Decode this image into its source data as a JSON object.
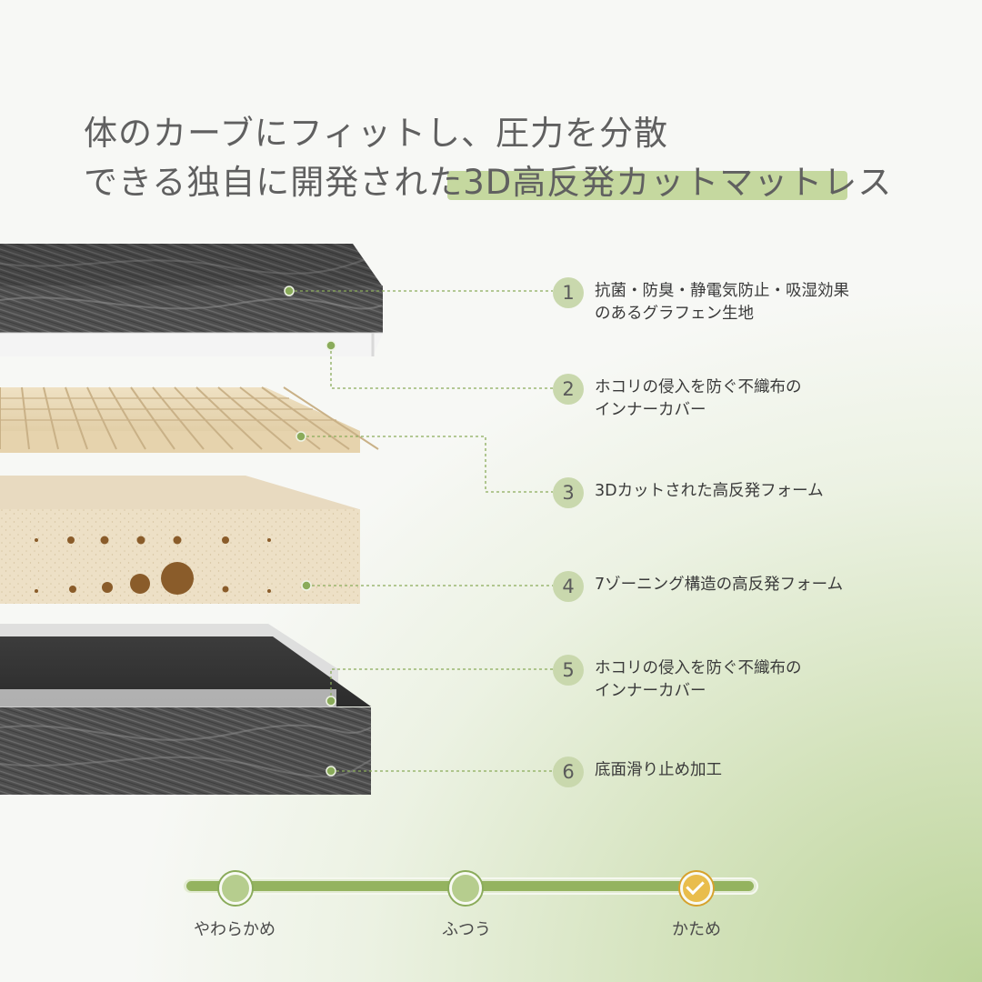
{
  "headline": {
    "line1": "体のカーブにフィットし、圧力を分散",
    "line2": "できる独自に開発された3D高反発カットマットレス"
  },
  "callouts": [
    {
      "number": "1",
      "lines": [
        "抗菌・防臭・静電気防止・吸湿効果",
        "のあるグラフェン生地"
      ]
    },
    {
      "number": "2",
      "lines": [
        "ホコリの侵入を防ぐ不織布の",
        "インナーカバー"
      ]
    },
    {
      "number": "3",
      "lines": [
        "3Dカットされた高反発フォーム"
      ]
    },
    {
      "number": "4",
      "lines": [
        "7ゾーニング構造の高反発フォーム"
      ]
    },
    {
      "number": "5",
      "lines": [
        "ホコリの侵入を防ぐ不織布の",
        "インナーカバー"
      ]
    },
    {
      "number": "6",
      "lines": [
        "底面滑り止め加工"
      ]
    }
  ],
  "firmness": {
    "labels": [
      "やわらかめ",
      "ふつう",
      "かため"
    ],
    "selected_index": 2
  },
  "colors": {
    "accent_green": "#8aab5a",
    "highlight": "#c5d89f",
    "badge": "#c9d8ad",
    "selected": "#e9bd4c"
  }
}
